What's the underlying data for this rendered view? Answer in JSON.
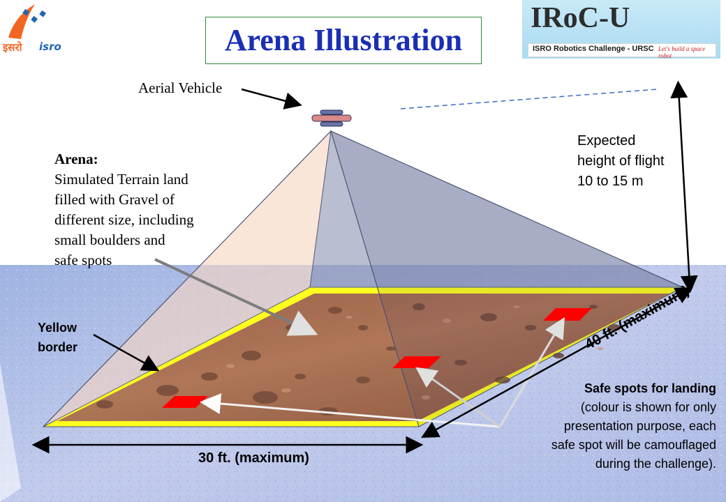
{
  "header": {
    "title": "Arena Illustration",
    "isro_logo_text_hindi": "इसरो",
    "isro_logo_text_english": "isro",
    "iroc_title": "IRoC-U",
    "iroc_subtitle": "ISRO Robotics Challenge - URSC",
    "iroc_tagline": "Let's build a space robot"
  },
  "labels": {
    "aerial_vehicle": "Aerial Vehicle",
    "arena_heading": "Arena:",
    "arena_lines": [
      "Simulated Terrain land",
      "filled with Gravel of",
      "different size, including",
      "small boulders and",
      "safe spots"
    ],
    "height_lines": [
      "Expected",
      "height of flight",
      "10 to 15 m"
    ],
    "yellow_border_lines": [
      "Yellow",
      "border"
    ],
    "width_dim": "30 ft. (maximum)",
    "length_dim": "40 ft. (maximum)",
    "safe_heading": "Safe spots for landing",
    "safe_lines": [
      "(colour is shown for only",
      "presentation purpose, each",
      "safe spot will be camouflaged",
      "during the challenge)."
    ]
  },
  "colors": {
    "title_blue": "#1a2fb4",
    "title_border": "#2e8b3a",
    "border_yellow": "#ffff00",
    "safe_spot_red": "#ff0000",
    "ground_blue": "#aab8e3",
    "pyramid_left": "#f5cdb6",
    "pyramid_right": "#6e779e"
  },
  "icons": [
    "isro-rocket-icon",
    "aerial-vehicle-icon",
    "robot-rover-icon"
  ]
}
